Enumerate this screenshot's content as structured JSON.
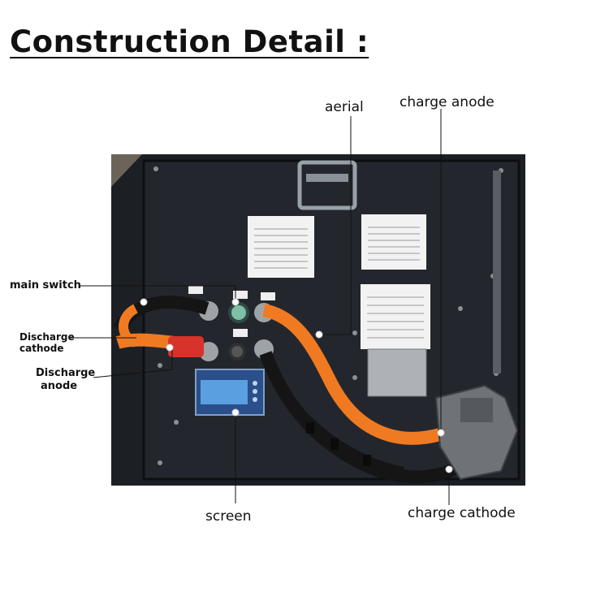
{
  "title": "Construction Detail :",
  "labels": {
    "aerial": "aerial",
    "charge_anode": "charge anode",
    "main_switch": "main switch",
    "discharge_cathode_line1": "Discharge",
    "discharge_cathode_line2": "cathode",
    "discharge_anode_line1": "Discharge",
    "discharge_anode_line2": "anode",
    "screen": "screen",
    "charge_cathode": "charge cathode"
  },
  "colors": {
    "panel": "#1c1f24",
    "cable_orange": "#f07a22",
    "cable_black": "#151515",
    "screen_blue": "#3d7fd0",
    "sticker": "#f2f2f2",
    "red_boot": "#d8332a"
  }
}
